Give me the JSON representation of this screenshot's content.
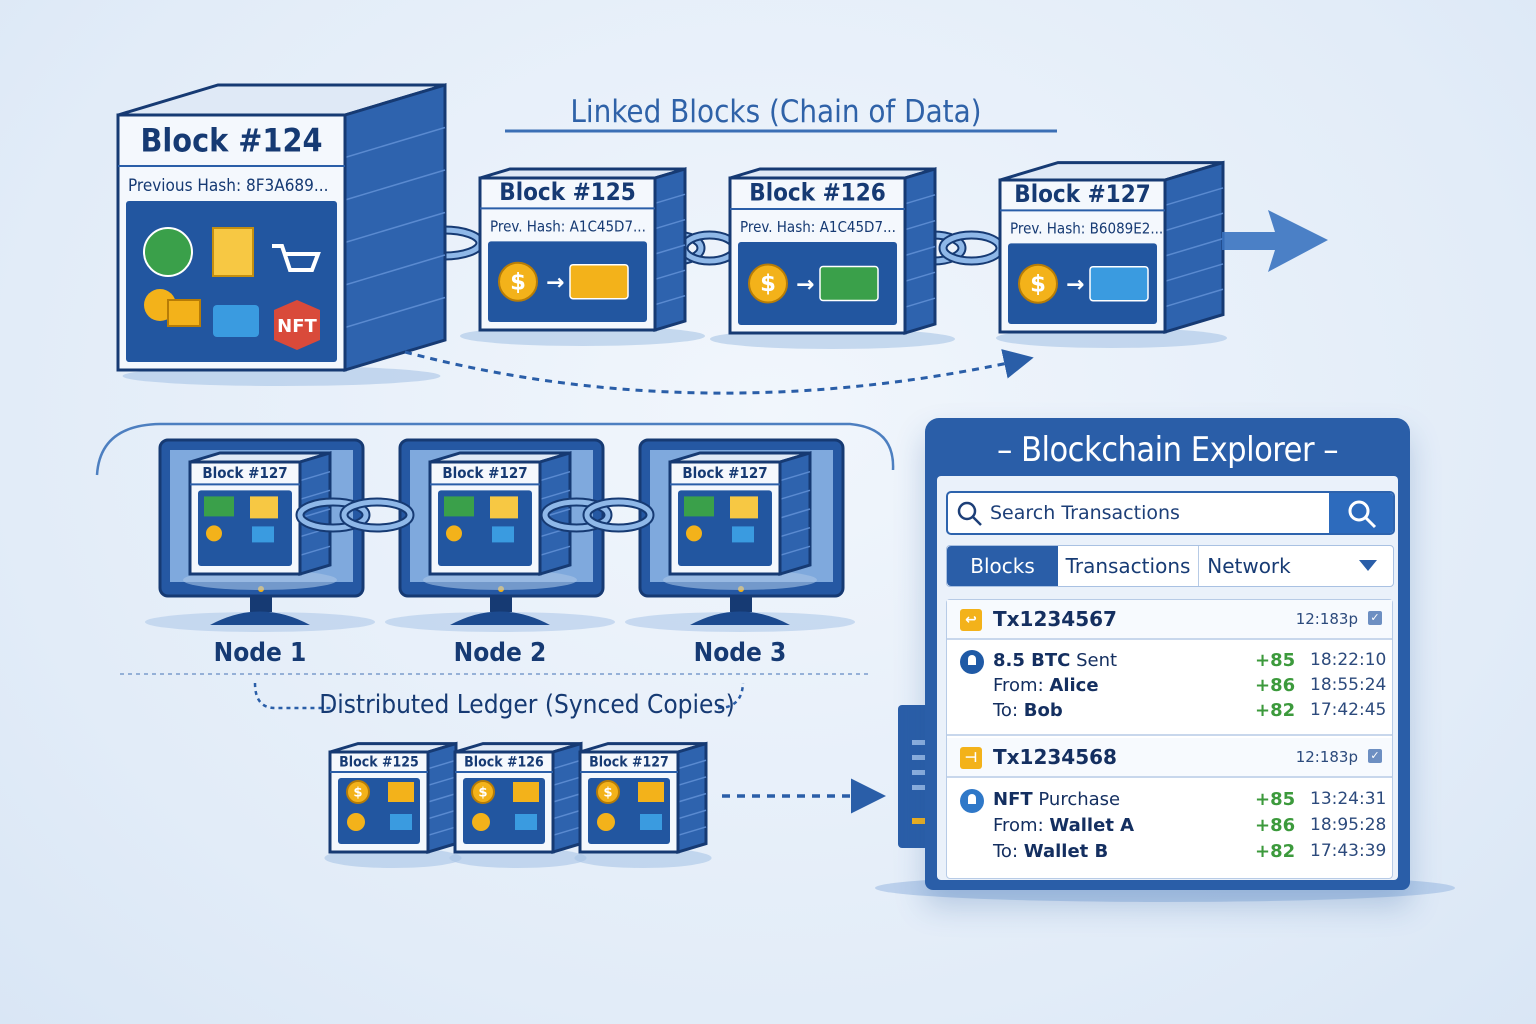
{
  "title": "Linked Blocks (Chain of Data)",
  "chain_blocks": [
    {
      "label": "Block #124",
      "hash_label": "Previous Hash:",
      "hash": "8F3A689...",
      "icons": [
        "exchange-icon",
        "document-icon",
        "cart-icon",
        "coins-icon",
        "wallet-icon",
        "nft-badge-icon"
      ],
      "nft_text": "NFT"
    },
    {
      "label": "Block #125",
      "hash_label": "Prev. Hash:",
      "hash": "A1C45D7...",
      "icons": [
        "dollar-coin-icon",
        "arrow-right-icon",
        "envelope-icon"
      ]
    },
    {
      "label": "Block #126",
      "hash_label": "Prev. Hash:",
      "hash": "A1C45D7...",
      "icons": [
        "dollar-coin-icon",
        "arrow-right-icon",
        "card-icon"
      ]
    },
    {
      "label": "Block #127",
      "hash_label": "Prev. Hash:",
      "hash": "B6089E2...",
      "icons": [
        "dollar-coin-icon",
        "arrow-right-icon",
        "wallet-screen-icon"
      ]
    }
  ],
  "nodes": [
    {
      "label": "Node 1",
      "block_label": "Block #127"
    },
    {
      "label": "Node 2",
      "block_label": "Block #127"
    },
    {
      "label": "Node 3",
      "block_label": "Block #127"
    }
  ],
  "ledger_caption": "Distributed Ledger (Synced Copies)",
  "mini_blocks": [
    {
      "label": "Block #125"
    },
    {
      "label": "Block #126"
    },
    {
      "label": "Block #127"
    }
  ],
  "explorer": {
    "title": "– Blockchain Explorer –",
    "search_placeholder": "Search Transactions",
    "tabs": [
      "Blocks",
      "Transactions",
      "Network"
    ],
    "active_tab": "Blocks",
    "transactions": [
      {
        "id": "Tx1234567",
        "time": "12:183p",
        "lines": [
          {
            "label": "8.5 BTC",
            "value": "Sent",
            "amount": "+85",
            "time": "18:22:10"
          },
          {
            "label": "From:",
            "value": "Alice",
            "amount": "+86",
            "time": "18:55:24"
          },
          {
            "label": "To:",
            "value": "Bob",
            "amount": "+82",
            "time": "17:42:45"
          }
        ]
      },
      {
        "id": "Tx1234568",
        "time": "12:183p",
        "lines": [
          {
            "label": "NFT",
            "value": "Purchase",
            "amount": "+85",
            "time": "13:24:31"
          },
          {
            "label": "From:",
            "value": "Wallet A",
            "amount": "+86",
            "time": "18:95:28"
          },
          {
            "label": "To:",
            "value": "Wallet B",
            "amount": "+82",
            "time": "17:43:39"
          }
        ]
      }
    ]
  },
  "colors": {
    "primary": "#2a5ea8",
    "dark": "#163a73",
    "accent_gold": "#f3b21a",
    "accent_green": "#3c9a3c",
    "background": "#e4eef9"
  }
}
